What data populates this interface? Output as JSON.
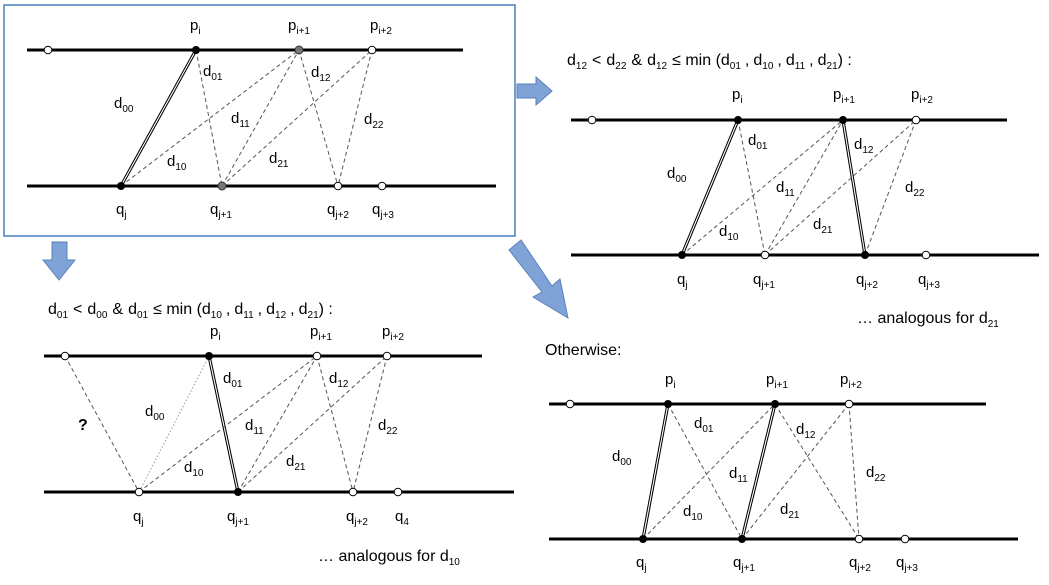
{
  "panels": {
    "top_left": {
      "p": [
        "p",
        "i",
        "p",
        "i+1",
        "p",
        "i+2"
      ],
      "q": [
        "q",
        "j",
        "q",
        "j+1",
        "q",
        "j+2",
        "q",
        "j+3"
      ],
      "d": [
        "d",
        "00",
        "d",
        "01",
        "d",
        "10",
        "d",
        "11",
        "d",
        "12",
        "d",
        "21",
        "d",
        "22"
      ]
    },
    "top_right": {
      "condition": {
        "d1": "d",
        "d1s": "12",
        "lt": "<",
        "d2": "d",
        "d2s": "22",
        "amp": "&",
        "d3": "d",
        "d3s": "12",
        "le": "≤ min (",
        "a": "d",
        "as": "01",
        "b": "d",
        "bs": "10",
        "c": "d",
        "cs": "11",
        "e": "d",
        "es": "21",
        "sep": ",",
        "close": ") :"
      },
      "p": [
        "p",
        "i",
        "p",
        "i+1",
        "p",
        "i+2"
      ],
      "q": [
        "q",
        "j",
        "q",
        "j+1",
        "q",
        "j+2",
        "q",
        "j+3"
      ],
      "d": [
        "d",
        "00",
        "d",
        "01",
        "d",
        "10",
        "d",
        "11",
        "d",
        "12",
        "d",
        "21",
        "d",
        "22"
      ],
      "note_main": "… analogous for d",
      "note_sub": "21"
    },
    "bottom_left": {
      "condition": {
        "d1": "d",
        "d1s": "01",
        "lt": "<",
        "d2": "d",
        "d2s": "00",
        "amp": "&",
        "d3": "d",
        "d3s": "01",
        "le": "≤ min (",
        "a": "d",
        "as": "10",
        "b": "d",
        "bs": "11",
        "c": "d",
        "cs": "12",
        "e": "d",
        "es": "21",
        "sep": ",",
        "close": ") :"
      },
      "question": "?",
      "p": [
        "p",
        "i",
        "p",
        "i+1",
        "p",
        "i+2"
      ],
      "q": [
        "q",
        "j",
        "q",
        "j+1",
        "q",
        "j+2",
        "q",
        "4"
      ],
      "d": [
        "d",
        "00",
        "d",
        "01",
        "d",
        "10",
        "d",
        "11",
        "d",
        "12",
        "d",
        "21",
        "d",
        "22"
      ],
      "note_main": "… analogous for d",
      "note_sub": "10"
    },
    "bottom_right": {
      "heading": "Otherwise:",
      "p": [
        "p",
        "i",
        "p",
        "i+1",
        "p",
        "i+2"
      ],
      "q": [
        "q",
        "j",
        "q",
        "j+1",
        "q",
        "j+2",
        "q",
        "j+3"
      ],
      "d": [
        "d",
        "00",
        "d",
        "01",
        "d",
        "10",
        "d",
        "11",
        "d",
        "12",
        "d",
        "21",
        "d",
        "22"
      ]
    }
  },
  "colors": {
    "frame": "#4a7ebb",
    "arrow": "#7fa3d6",
    "arrow_edge": "#5a82bf",
    "ink": "#000000"
  }
}
